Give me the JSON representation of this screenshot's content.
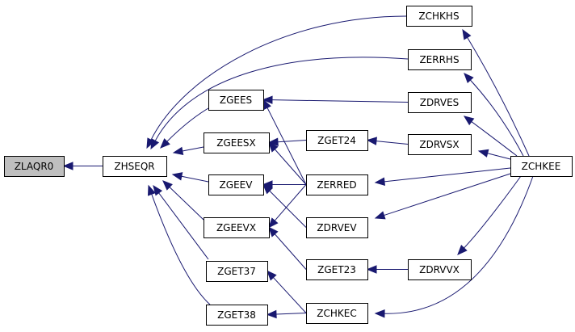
{
  "graph": {
    "nodes": [
      {
        "id": "ZLAQR0",
        "label": "ZLAQR0",
        "highlight": true
      },
      {
        "id": "ZHSEQR",
        "label": "ZHSEQR"
      },
      {
        "id": "ZCHKHS",
        "label": "ZCHKHS"
      },
      {
        "id": "ZERRHS",
        "label": "ZERRHS"
      },
      {
        "id": "ZGEES",
        "label": "ZGEES"
      },
      {
        "id": "ZGEESX",
        "label": "ZGEESX"
      },
      {
        "id": "ZGEEV",
        "label": "ZGEEV"
      },
      {
        "id": "ZGEEVX",
        "label": "ZGEEVX"
      },
      {
        "id": "ZGET37",
        "label": "ZGET37"
      },
      {
        "id": "ZGET38",
        "label": "ZGET38"
      },
      {
        "id": "ZDRVES",
        "label": "ZDRVES"
      },
      {
        "id": "ZGET24",
        "label": "ZGET24"
      },
      {
        "id": "ZERRED",
        "label": "ZERRED"
      },
      {
        "id": "ZDRVEV",
        "label": "ZDRVEV"
      },
      {
        "id": "ZGET23",
        "label": "ZGET23"
      },
      {
        "id": "ZCHKEC",
        "label": "ZCHKEC"
      },
      {
        "id": "ZDRVSX",
        "label": "ZDRVSX"
      },
      {
        "id": "ZDRVVX",
        "label": "ZDRVVX"
      },
      {
        "id": "ZCHKEE",
        "label": "ZCHKEE"
      }
    ],
    "edges": [
      {
        "from": "ZHSEQR",
        "to": "ZLAQR0"
      },
      {
        "from": "ZCHKHS",
        "to": "ZHSEQR"
      },
      {
        "from": "ZERRHS",
        "to": "ZHSEQR"
      },
      {
        "from": "ZGEES",
        "to": "ZHSEQR"
      },
      {
        "from": "ZGEESX",
        "to": "ZHSEQR"
      },
      {
        "from": "ZGEEV",
        "to": "ZHSEQR"
      },
      {
        "from": "ZGEEVX",
        "to": "ZHSEQR"
      },
      {
        "from": "ZGET37",
        "to": "ZHSEQR"
      },
      {
        "from": "ZGET38",
        "to": "ZHSEQR"
      },
      {
        "from": "ZDRVES",
        "to": "ZGEES"
      },
      {
        "from": "ZERRED",
        "to": "ZGEES"
      },
      {
        "from": "ZGET24",
        "to": "ZGEESX"
      },
      {
        "from": "ZERRED",
        "to": "ZGEESX"
      },
      {
        "from": "ZERRED",
        "to": "ZGEEV"
      },
      {
        "from": "ZDRVEV",
        "to": "ZGEEV"
      },
      {
        "from": "ZERRED",
        "to": "ZGEEVX"
      },
      {
        "from": "ZGET23",
        "to": "ZGEEVX"
      },
      {
        "from": "ZCHKEC",
        "to": "ZGET37"
      },
      {
        "from": "ZCHKEC",
        "to": "ZGET38"
      },
      {
        "from": "ZDRVSX",
        "to": "ZGET24"
      },
      {
        "from": "ZDRVVX",
        "to": "ZGET23"
      },
      {
        "from": "ZCHKEE",
        "to": "ZCHKHS"
      },
      {
        "from": "ZCHKEE",
        "to": "ZERRHS"
      },
      {
        "from": "ZCHKEE",
        "to": "ZDRVES"
      },
      {
        "from": "ZCHKEE",
        "to": "ZDRVSX"
      },
      {
        "from": "ZCHKEE",
        "to": "ZERRED"
      },
      {
        "from": "ZCHKEE",
        "to": "ZDRVEV"
      },
      {
        "from": "ZCHKEE",
        "to": "ZDRVVX"
      },
      {
        "from": "ZCHKEE",
        "to": "ZCHKEC"
      }
    ]
  },
  "colors": {
    "edge": "#191970",
    "node_fill": "#ffffff",
    "node_highlight_fill": "#bfbfbf",
    "node_stroke": "#000000"
  }
}
